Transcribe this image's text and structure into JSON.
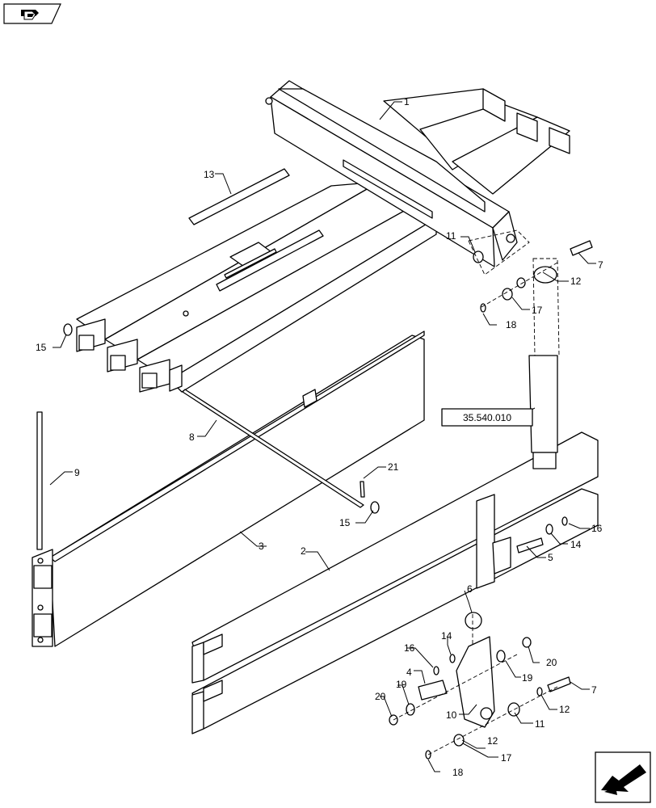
{
  "diagram": {
    "reference_label": "35.540.010",
    "callouts": [
      "1",
      "2",
      "3",
      "4",
      "5",
      "6",
      "7",
      "7",
      "8",
      "9",
      "10",
      "11",
      "11",
      "12",
      "12",
      "12",
      "13",
      "14",
      "14",
      "15",
      "15",
      "16",
      "16",
      "17",
      "17",
      "18",
      "18",
      "19",
      "19",
      "20",
      "20",
      "21"
    ]
  },
  "nav": {
    "top_icon": "book-arrow-icon",
    "bottom_icon": "arrow-left-icon"
  }
}
